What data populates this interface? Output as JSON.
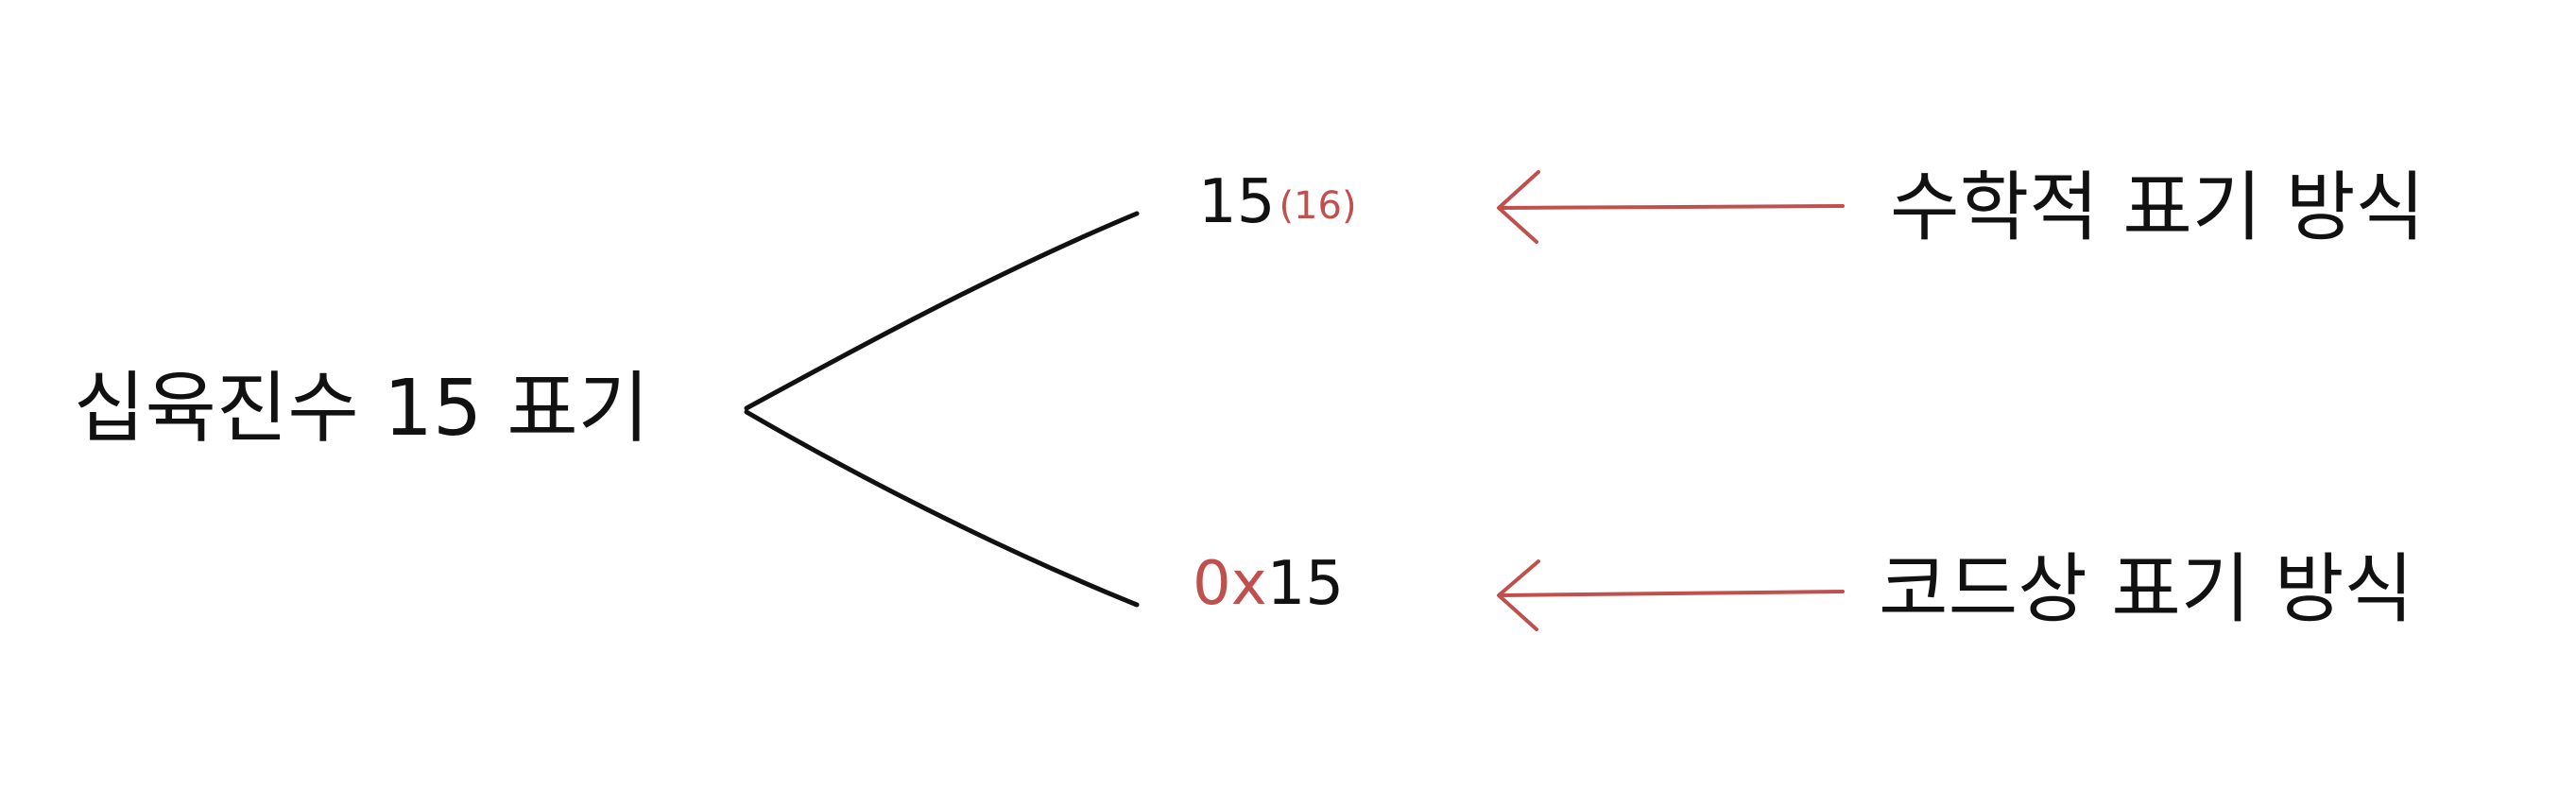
{
  "root": {
    "label": "십육진수 15 표기"
  },
  "branches": [
    {
      "value": "15",
      "subscript": "(16)",
      "description": "수학적 표기 방식"
    },
    {
      "prefix": "0x",
      "value": "15",
      "description": "코드상 표기 방식"
    }
  ],
  "colors": {
    "text": "#111111",
    "accent": "#c0504d",
    "arrow": "#c0504d",
    "line": "#111111"
  }
}
